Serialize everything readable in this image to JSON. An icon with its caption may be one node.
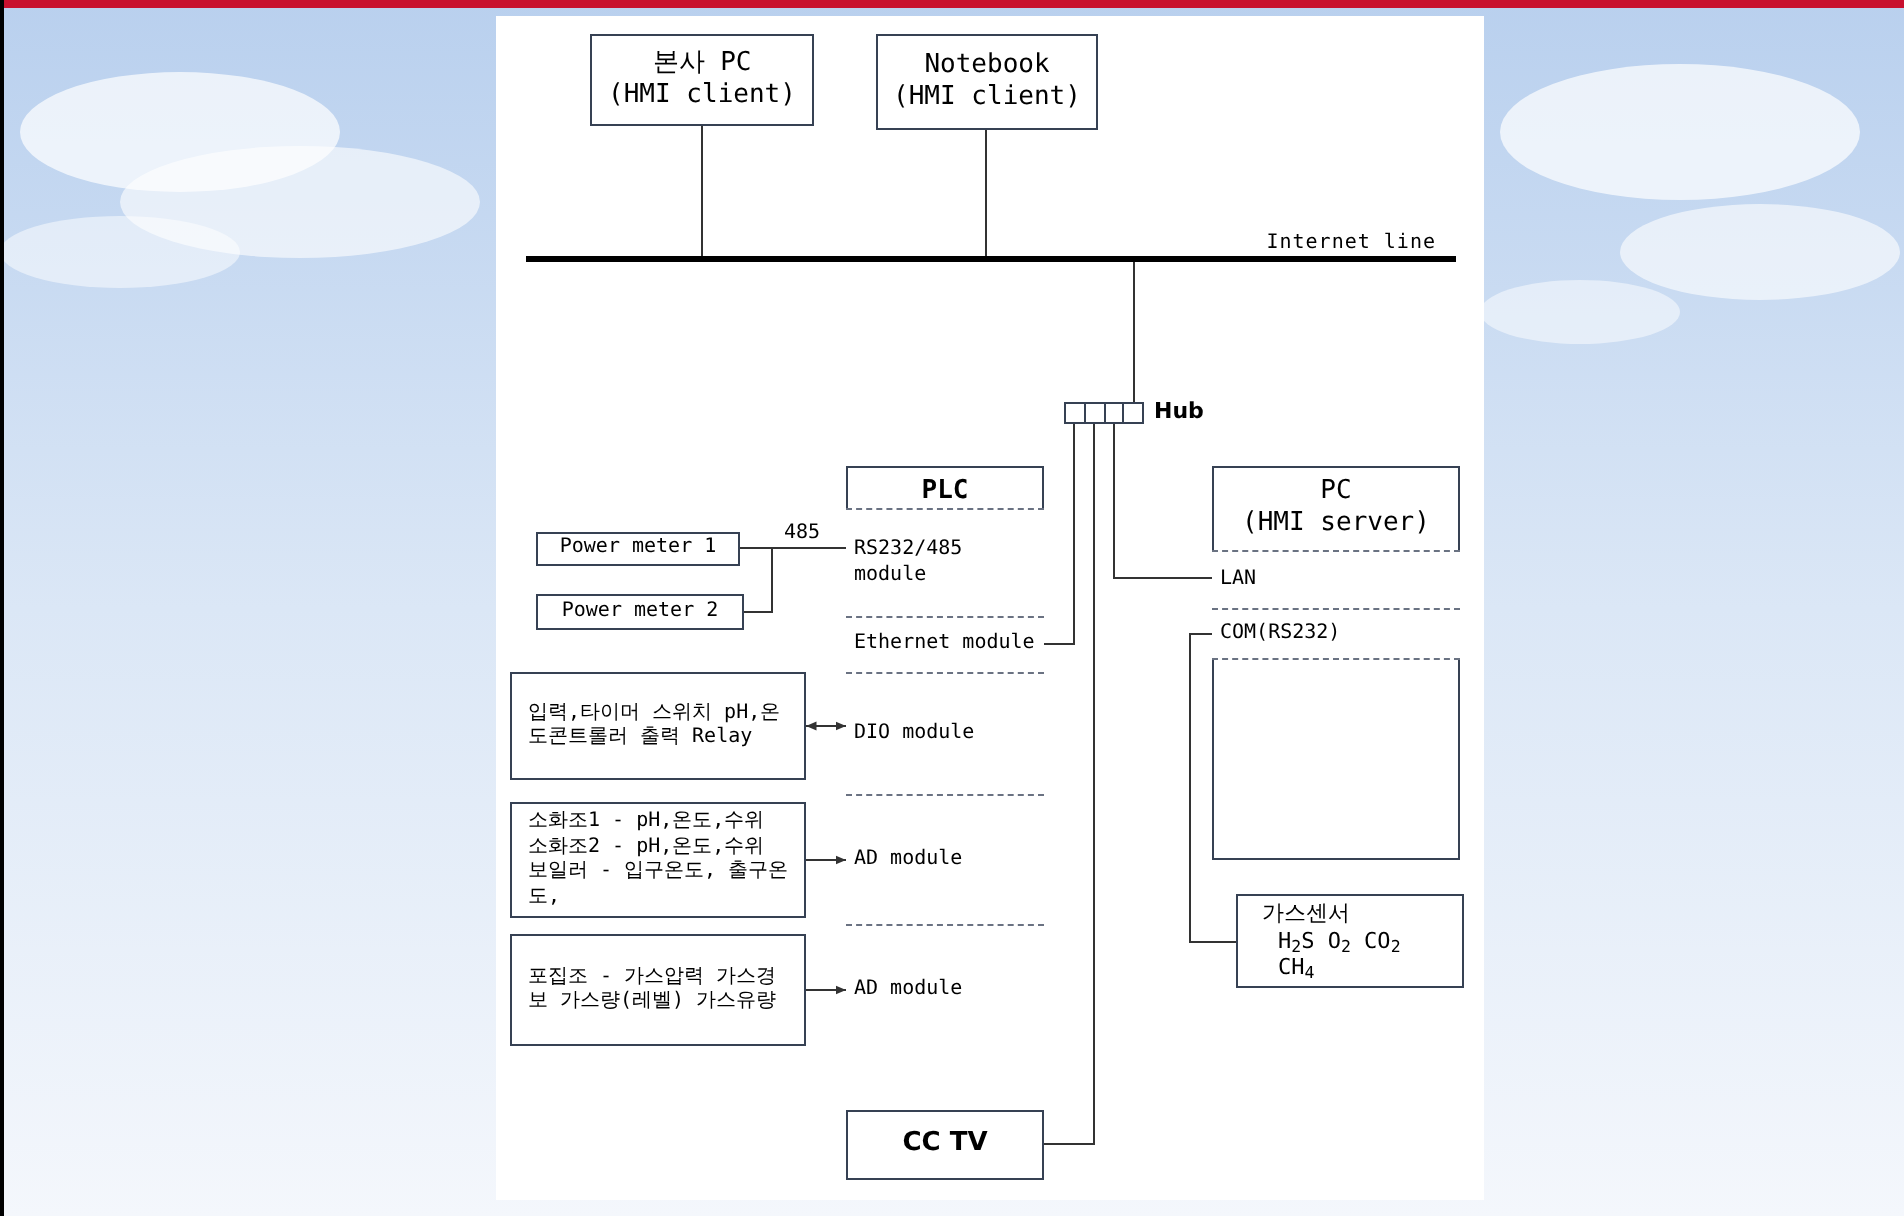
{
  "diagram": {
    "nodes": [
      {
        "text": [
          "본사 PC",
          "(HMI client)"
        ]
      },
      {
        "text": [
          "Notebook",
          "(HMI client)"
        ]
      },
      {
        "text": [],
        "shape": "bar",
        "beside": [
          "Internet line"
        ]
      },
      {
        "text": [],
        "shape": "box",
        "beside": [
          "Hub"
        ]
      },
      {
        "text": [
          "PLC"
        ]
      },
      {
        "text": [
          "RS232/485 module"
        ],
        "in": 4
      },
      {
        "text": [
          "Ethernet module"
        ],
        "in": 4
      },
      {
        "text": [
          "DIO module"
        ],
        "in": 4
      },
      {
        "text": [
          "AD module"
        ],
        "in": 4
      },
      {
        "text": [
          "AD module"
        ],
        "in": 4
      },
      {
        "text": [
          "PC",
          "(HMI server)"
        ]
      },
      {
        "text": [
          "LAN"
        ],
        "in": 10
      },
      {
        "text": [
          "COM(RS232)"
        ],
        "in": 10
      },
      {
        "text": [
          "Power meter 1"
        ]
      },
      {
        "text": [
          "Power meter 2"
        ]
      },
      {
        "text": [
          "입력,타이머 스위치 pH,온도콘트롤러 출력 Relay"
        ]
      },
      {
        "text": [
          "소화조1 - pH,온도,수위 소화조2 - pH,온도,수위 보일러 - 입구온도, 출구온도,"
        ]
      },
      {
        "text": [
          "포집조 - 가스압력 가스경보 가스량(레벨) 가스유량"
        ]
      },
      {
        "text": [
          "CC TV"
        ]
      },
      {
        "text": [
          "가스센서",
          "H$_{2}$S O$_{2}$ CO$_{2}$ CH$_{4}$"
        ]
      }
    ],
    "edges": [
      {
        "from": 0,
        "to": 2,
        "arrow": "none"
      },
      {
        "from": 1,
        "to": 2,
        "arrow": "none"
      },
      {
        "from": 2,
        "to": 3,
        "arrow": "none"
      },
      {
        "from": 3,
        "to": 6,
        "arrow": "none"
      },
      {
        "from": 3,
        "to": 18,
        "arrow": "none"
      },
      {
        "from": 3,
        "to": 11,
        "arrow": "none"
      },
      {
        "from": 13,
        "to": 5,
        "arrow": "none",
        "label": "485"
      },
      {
        "from": 14,
        "to": 5,
        "arrow": "none"
      },
      {
        "from": 15,
        "to": 7,
        "arrow": "both"
      },
      {
        "from": 16,
        "to": 8,
        "arrow": "to"
      },
      {
        "from": 17,
        "to": 9,
        "arrow": "to"
      },
      {
        "from": 19,
        "to": 12,
        "arrow": "none"
      }
    ]
  }
}
